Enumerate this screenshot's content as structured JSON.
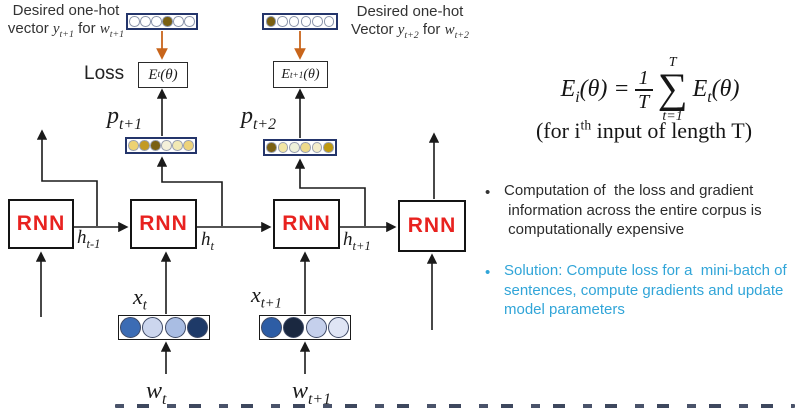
{
  "slide": {
    "onehot_label_1": {
      "line1": "Desired one-hot",
      "line2": [
        {
          "t": "vector "
        },
        {
          "v": "y"
        },
        {
          "sub": "t+1"
        },
        {
          "t": " for "
        },
        {
          "v": "w"
        },
        {
          "sub": "t+1"
        }
      ]
    },
    "onehot_label_2": {
      "line1": "Desired one-hot",
      "line2": [
        {
          "t": "Vector "
        },
        {
          "v": "y"
        },
        {
          "sub": "t+2"
        },
        {
          "t": " for "
        },
        {
          "v": "w"
        },
        {
          "sub": "t+2"
        }
      ]
    },
    "loss_label": "Loss",
    "e_box_1": [
      {
        "t": "E"
      },
      {
        "sub": "t"
      },
      {
        "t": "(θ)"
      }
    ],
    "e_box_2": [
      {
        "t": "E"
      },
      {
        "sub": "t+1"
      },
      {
        "t": "(θ)"
      }
    ],
    "p_label_1": [
      {
        "t": "p"
      },
      {
        "sub": "t+1"
      }
    ],
    "p_label_2": [
      {
        "t": "p"
      },
      {
        "sub": "t+2"
      }
    ],
    "rnn_label": "RNN",
    "h_label_1": [
      {
        "t": "h"
      },
      {
        "sub": "t-1"
      }
    ],
    "h_label_2": [
      {
        "t": "h"
      },
      {
        "sub": "t"
      }
    ],
    "h_label_3": [
      {
        "t": "h"
      },
      {
        "sub": "t+1"
      }
    ],
    "x_label_1": [
      {
        "t": "x"
      },
      {
        "sub": "t"
      }
    ],
    "x_label_2": [
      {
        "t": "x"
      },
      {
        "sub": "t+1"
      }
    ],
    "w_label_1": [
      {
        "t": "w"
      },
      {
        "sub": "t"
      }
    ],
    "w_label_2": [
      {
        "t": "w"
      },
      {
        "sub": "t+1"
      }
    ]
  },
  "vectors": {
    "onehot1": {
      "stroke": "#8b95ab",
      "colors": [
        "#ffffff",
        "#ffffff",
        "#ffffff",
        "#7a6012",
        "#ffffff",
        "#ffffff"
      ]
    },
    "onehot2": {
      "stroke": "#8b95ab",
      "colors": [
        "#7a6012",
        "#ffffff",
        "#ffffff",
        "#ffffff",
        "#ffffff",
        "#ffffff"
      ]
    },
    "p1": {
      "stroke": "#9aa0b0",
      "colors": [
        "#edd272",
        "#c39a23",
        "#7a6012",
        "#f4f0da",
        "#f2e9b4",
        "#eed37a"
      ]
    },
    "p2": {
      "stroke": "#9aa0b0",
      "colors": [
        "#7a6012",
        "#f3e6a4",
        "#eef1da",
        "#eeda8a",
        "#f4edca",
        "#c09a10"
      ]
    },
    "x1": {
      "stroke": "#3f4a66",
      "colors": [
        "#3c6cb4",
        "#ccd6ee",
        "#a9bde3",
        "#1e3a68"
      ]
    },
    "x2": {
      "stroke": "#3f4a66",
      "colors": [
        "#2d5da5",
        "#1a2840",
        "#c5d0ec",
        "#dfe5f5"
      ]
    }
  },
  "equation": {
    "lhs": [
      {
        "t": "E"
      },
      {
        "sub": "i"
      },
      {
        "t": "(θ)"
      },
      {
        "t": " = "
      }
    ],
    "frac_num": "1",
    "frac_den": "T",
    "sum_top": "T",
    "sum_symbol": "∑",
    "sum_bottom": "t=1",
    "rhs": [
      {
        "t": "E"
      },
      {
        "sub": "t"
      },
      {
        "t": "(θ)"
      }
    ],
    "note": [
      {
        "t": "(for i"
      },
      {
        "sup": "th"
      },
      {
        "t": " input of length T)"
      }
    ]
  },
  "bullets": [
    {
      "marker": "•",
      "lines": [
        "Computation of  the loss and gradient",
        " information across the entire corpus is",
        " computationally expensive"
      ]
    },
    {
      "marker": "•",
      "lines": [
        "Solution: Compute loss for a  mini-batch of",
        "sentences, compute gradients and update",
        "model parameters"
      ]
    }
  ],
  "colors": {
    "rnn_red": "#e8221f",
    "cyan_text": "#31a5d8",
    "dark_text": "#2b2b2b",
    "navy_border": "#24356b",
    "orange_arrow": "#c8651b"
  }
}
